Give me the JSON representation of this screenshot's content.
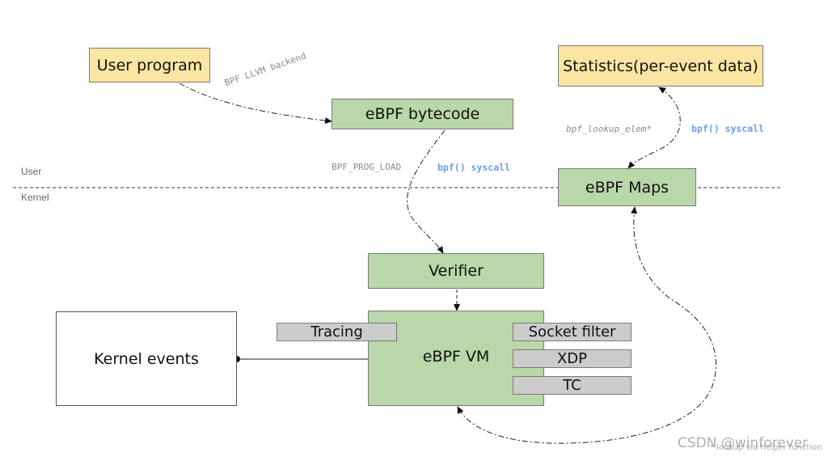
{
  "boxes": {
    "user_program": "User program",
    "statistics": "Statistics(per-event data)",
    "ebpf_bytecode": "eBPF bytecode",
    "ebpf_maps": "eBPF Maps",
    "verifier": "Verifier",
    "ebpf_vm": "eBPF VM",
    "kernel_events": "Kernel events",
    "tracing": "Tracing",
    "socket_filter": "Socket filter",
    "xdp": "XDP",
    "tc": "TC"
  },
  "labels": {
    "llvm_backend": "BPF LLVM backend",
    "bpf_prog_load": "BPF_PROG_LOAD",
    "bpf_syscall_1": "bpf() syscall",
    "bpf_lookup_elem": "bpf_lookup_elem*",
    "bpf_syscall_2": "bpf() syscall",
    "user": "User",
    "kernel": "Kernel"
  },
  "watermark": {
    "main": "CSDN @winforever",
    "sub": "* lookup via helper function"
  },
  "colors": {
    "yellow_box": "#fbe5a3",
    "green_box": "#b9d7a8",
    "grey_box": "#cccccc",
    "syscall_blue": "#6d9eeb"
  }
}
